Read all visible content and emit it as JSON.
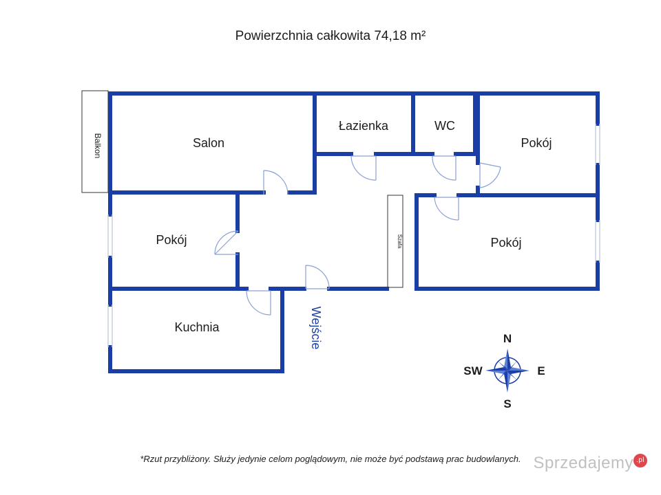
{
  "title": "Powierzchnia całkowita 74,18 m²",
  "rooms": {
    "salon": "Salon",
    "lazienka": "Łazienka",
    "wc": "WC",
    "pokoj_ne": "Pokój",
    "pokoj_w": "Pokój",
    "pokoj_e": "Pokój",
    "kuchnia": "Kuchnia",
    "balkon": "Balkon",
    "szafa": "Szafa"
  },
  "entrance": "Wejście",
  "compass": {
    "n": "N",
    "s": "S",
    "e": "E",
    "sw": "SW"
  },
  "note": "*Rzut przybliżony. Służy jedynie celom poglądowym, nie może być podstawą prac budowlanych.",
  "watermark": "Sprzedajemy",
  "watermark_badge": ".pl",
  "colors": {
    "wall": "#1a3ea6",
    "door": "#8aa1d6",
    "text": "#1c1c1c"
  }
}
